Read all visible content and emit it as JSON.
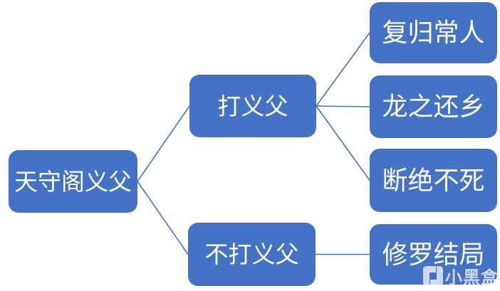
{
  "diagram": {
    "root": {
      "label": "天守阁义父"
    },
    "branches": [
      {
        "label": "打义父",
        "children": [
          {
            "label": "复归常人"
          },
          {
            "label": "龙之还乡"
          },
          {
            "label": "断绝不死"
          }
        ]
      },
      {
        "label": "不打义父",
        "children": [
          {
            "label": "修罗结局"
          }
        ]
      }
    ],
    "colors": {
      "node_fill": "#4472C4",
      "node_text": "#FFFFFF",
      "connector": "#4472C4",
      "background": "#FFFFFF"
    },
    "watermark": {
      "logo": "heybox-logo",
      "text": "小黑盒"
    }
  }
}
